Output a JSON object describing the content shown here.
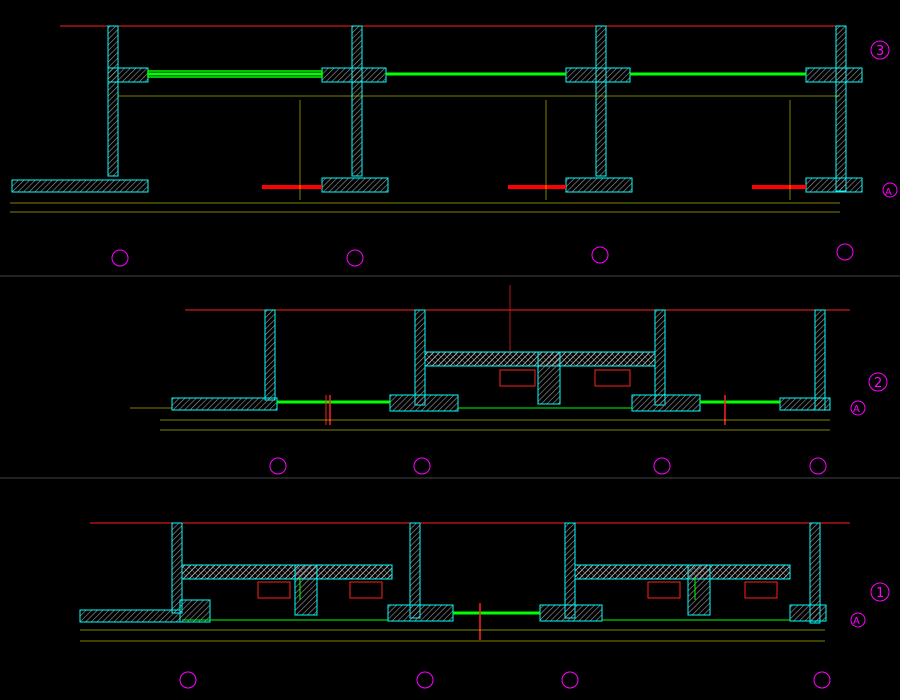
{
  "drawing": {
    "background": "#000000",
    "colors": {
      "wall_outline": "#00ffff",
      "hatch": "#c8c8c8",
      "dimension": "#ffff00",
      "datum": "#ff2020",
      "grid_line": "#ff2020",
      "pipe_green": "#00ff00",
      "pipe_red": "#ff0000",
      "axis_marker": "#ff00ff",
      "text": "#ffffff",
      "separator": "#888888"
    },
    "sections": [
      {
        "id": "sec-1",
        "number": "3",
        "axis_label": "A"
      },
      {
        "id": "sec-2",
        "number": "2",
        "axis_label": "A"
      },
      {
        "id": "sec-3",
        "number": "1",
        "axis_label": "A"
      }
    ]
  }
}
